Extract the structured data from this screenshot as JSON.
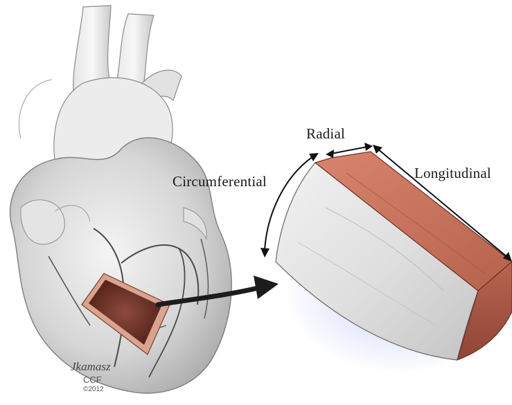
{
  "labels": {
    "radial": "Radial",
    "circumferential": "Circumferential",
    "longitudinal": "Longitudinal"
  },
  "signature": {
    "name": "Jkamasz",
    "organization": "CCF",
    "year": "©2012"
  },
  "colors": {
    "muscle": "#c0705a",
    "muscle_dark": "#8a3d30",
    "tissue_face": "#dcdcdc",
    "heart_gray": "#cfcfcf",
    "arrow": "#1c1c1c"
  }
}
